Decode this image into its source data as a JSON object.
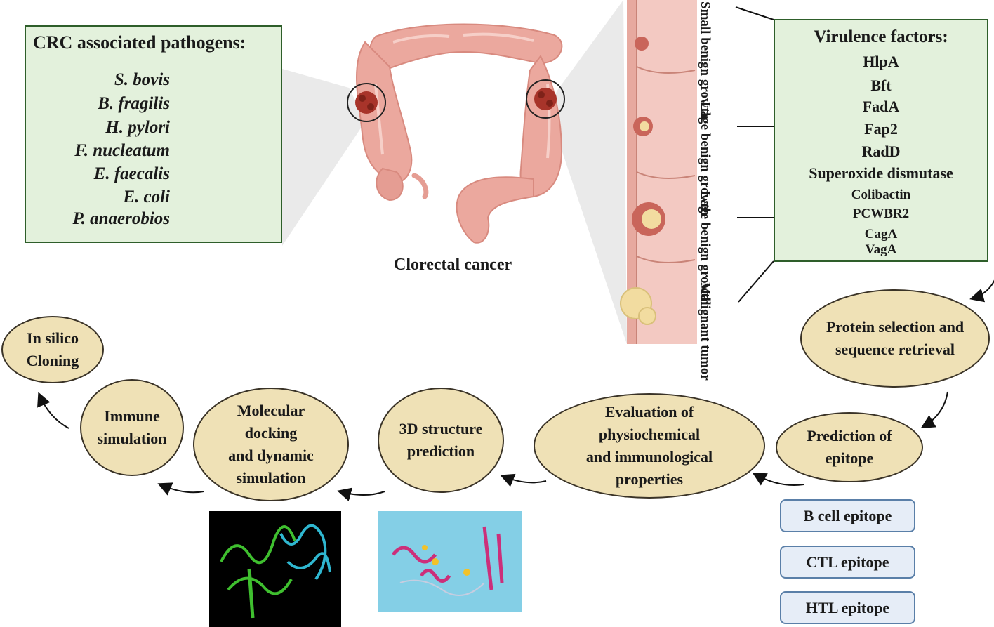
{
  "pathogens": {
    "title": "CRC associated pathogens:",
    "items": [
      {
        "name": "S. bovis",
        "icon": "cocci-chain-red-icon"
      },
      {
        "name": "B. fragilis",
        "icon": "rod-red-icon"
      },
      {
        "name": "H. pylori",
        "icon": "spiral-flagellated-icon"
      },
      {
        "name": "F. nucleatum",
        "icon": "fusiform-rod-icon"
      },
      {
        "name": "E. faecalis",
        "icon": "cocci-chain-pink-icon"
      },
      {
        "name": "E. coli",
        "icon": "flagellated-rod-icon"
      },
      {
        "name": "P. anaerobios",
        "icon": "cocci-chain-pink-small-icon"
      }
    ]
  },
  "colon": {
    "caption": "Clorectal cancer"
  },
  "stages": [
    "Small benign growth",
    "Lage benign growth",
    "Lage benign growth",
    "Malignant tumor"
  ],
  "virulence": {
    "title": "Virulence factors:",
    "items": [
      "HlpA",
      "Bft",
      "FadA",
      "Fap2",
      "RadD",
      "Superoxide dismutase",
      "Colibactin",
      "PCWBR2",
      "CagA",
      "VagA"
    ]
  },
  "workflow": {
    "protein_selection": "Protein selection and|sequence retrieval",
    "prediction_epitope": "Prediction of|epitope",
    "evaluation": "Evaluation of|physiochemical|and immunological|properties",
    "structure_3d": "3D structure|prediction",
    "docking": "Molecular|docking|and dynamic|simulation",
    "immune": "Immune|simulation",
    "cloning": "In silico|Cloning"
  },
  "epitopes": [
    "B cell epitope",
    "CTL epitope",
    "HTL epitope"
  ],
  "colors": {
    "green_box": "#e3f1dc",
    "green_border": "#2e5e2a",
    "ellipse_fill": "#efe1b6",
    "epitope_fill": "#e6edf7",
    "colon_pink": "#eba89e",
    "tumor_red": "#a8342a"
  }
}
